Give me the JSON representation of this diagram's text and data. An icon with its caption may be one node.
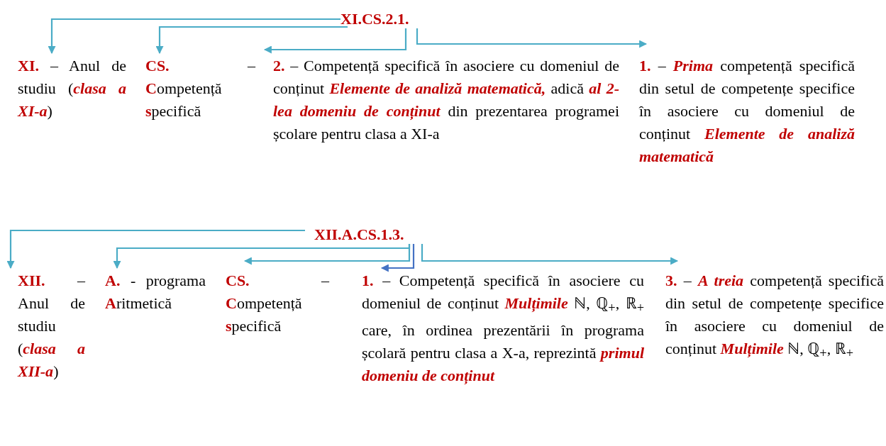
{
  "diagram": {
    "nodes": [
      {
        "text": [
          "XI.CS.2.1."
        ]
      },
      {
        "text": [
          "**XI.** – Anul de studiu (*clasa a XI-a*)"
        ]
      },
      {
        "text": [
          "**CS.** – **C**ompetență **s**pecifică"
        ]
      },
      {
        "text": [
          "**2.** – Competență specifică în asociere cu domeniul de conținut *Elemente de analiză matematică,* adică *al 2-lea domeniu de conținut* din prezentarea programei școlare pentru clasa a XI-a"
        ]
      },
      {
        "text": [
          "**1.** – *Prima* competență specifică din setul de competențe specifice în asociere cu domeniul de conținut *Elemente de analiză matematică*"
        ]
      },
      {
        "text": [
          "XII.A.CS.1.3."
        ]
      },
      {
        "text": [
          "**XII.** – Anul de studiu (*clasa a XII-a*)"
        ]
      },
      {
        "text": [
          "**A.** - programa **A**ritmetică"
        ]
      },
      {
        "text": [
          "**CS.** – **C**ompetență **s**pecifică"
        ]
      },
      {
        "text": [
          "**1.** – Competență specifică în asociere cu domeniul de conținut *Mulțimile* ℕ, ℚ$_{+}$, ℝ$_{+}$ care, în ordinea prezentării în programa școlară pentru clasa a X-a, reprezintă *primul domeniu de conținut*"
        ]
      },
      {
        "text": [
          "**3.** – *A treia* competență specifică din setul de competențe specifice în asociere cu domeniul de conținut *Mulțimile* ℕ, ℚ$_{+}$, ℝ$_{+}$"
        ]
      }
    ],
    "edges": [
      {
        "from": 0,
        "to": 1,
        "arrow": "to"
      },
      {
        "from": 0,
        "to": 2,
        "arrow": "to"
      },
      {
        "from": 0,
        "to": 3,
        "arrow": "to"
      },
      {
        "from": 0,
        "to": 4,
        "arrow": "to"
      },
      {
        "from": 5,
        "to": 6,
        "arrow": "to"
      },
      {
        "from": 5,
        "to": 7,
        "arrow": "to"
      },
      {
        "from": 5,
        "to": 8,
        "arrow": "to"
      },
      {
        "from": 5,
        "to": 9,
        "arrow": "to",
        "color": "#4472c4"
      },
      {
        "from": 5,
        "to": 10,
        "arrow": "to"
      }
    ]
  }
}
